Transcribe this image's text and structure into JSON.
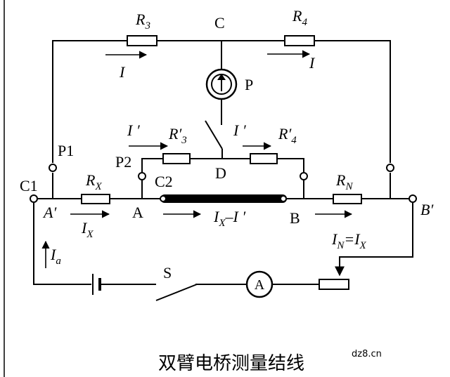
{
  "title": "双臂电桥测量结线",
  "watermark": "dz8.cn",
  "labels": {
    "R3": "R",
    "R3_sub": "3",
    "R4": "R",
    "R4_sub": "4",
    "C": "C",
    "P": "P",
    "I_top_left": "I",
    "I_top_right": "I",
    "I_prime_left": "I ′",
    "I_prime_right": "I ′",
    "R3p": "R′",
    "R3p_sub": "3",
    "R4p": "R′",
    "R4p_sub": "4",
    "P1": "P1",
    "P2": "P2",
    "D": "D",
    "C1": "C1",
    "C2": "C2",
    "RX": "R",
    "RX_sub": "X",
    "RN": "R",
    "RN_sub": "N",
    "A_prime": "A′",
    "A": "A",
    "B": "B",
    "B_prime": "B′",
    "IX": "I",
    "IX_sub": "X",
    "IX_minus": "I",
    "IX_minus_sub": "X",
    "IX_minus_tail": "–I ′",
    "IN_eq": "I",
    "IN_eq_sub": "N",
    "IN_eq_mid": "=I",
    "IN_eq_sub2": "X",
    "Ia": "I",
    "Ia_sub": "a",
    "S": "S",
    "ammeter": "A"
  }
}
